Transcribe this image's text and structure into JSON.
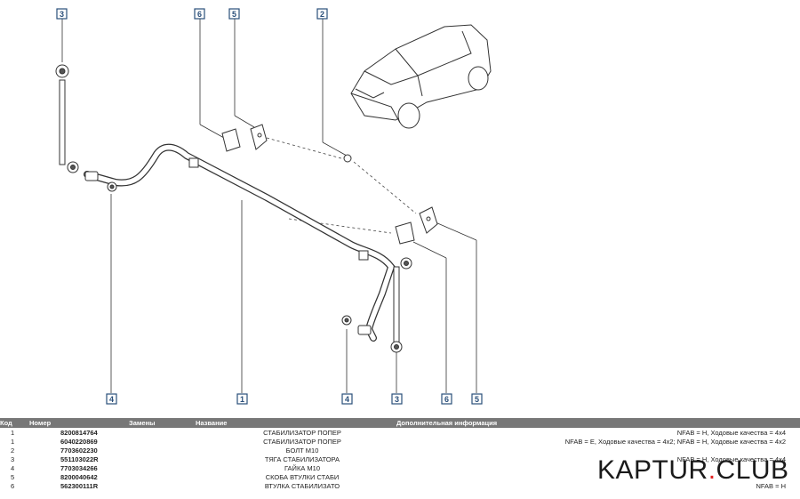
{
  "callouts": {
    "top": [
      "3",
      "6",
      "5",
      "2"
    ],
    "bottom": [
      "4",
      "1",
      "4",
      "3",
      "6",
      "5"
    ]
  },
  "table": {
    "headers": {
      "code": "Код",
      "number": "Номер",
      "replacements": "Замены",
      "name": "Название",
      "info": "Дополнительная информация"
    },
    "rows": [
      {
        "code": "1",
        "number": "8200814764",
        "name": "СТАБИЛИЗАТОР ПОПЕР",
        "info": "NFAB = H, Ходовые качества = 4x4"
      },
      {
        "code": "1",
        "number": "6040220869",
        "name": "СТАБИЛИЗАТОР ПОПЕР",
        "info": "NFAB = E, Ходовые качества = 4x2; NFAB = H, Ходовые качества = 4x2"
      },
      {
        "code": "2",
        "number": "7703602230",
        "name": "БОЛТ M10",
        "info": ""
      },
      {
        "code": "3",
        "number": "551103022R",
        "name": "ТЯГА СТАБИЛИЗАТОРА",
        "info": "NFAB = H, Ходовые качества = 4x4"
      },
      {
        "code": "4",
        "number": "7703034266",
        "name": "ГАЙКА M10",
        "info": ""
      },
      {
        "code": "5",
        "number": "8200040642",
        "name": "СКОБА ВТУЛКИ СТАБИ",
        "info": ""
      },
      {
        "code": "6",
        "number": "562300111R",
        "name": "ВТУЛКА СТАБИЛИЗАТО",
        "info": "NFAB = H"
      }
    ]
  },
  "watermark": {
    "part1": "KAPTUR",
    "part2": ".",
    "part3": "CLUB"
  },
  "colors": {
    "callout_fill": "#2a4f7a",
    "header_bg": "#777777",
    "accent": "#e02020"
  }
}
